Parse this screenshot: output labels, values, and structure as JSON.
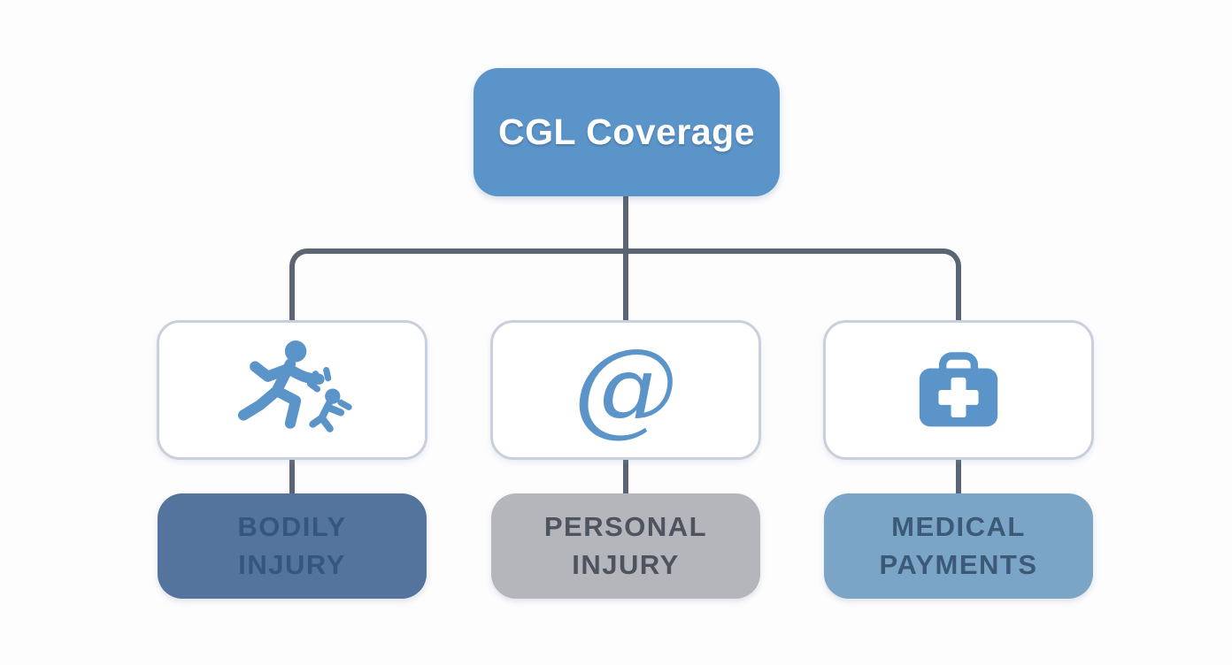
{
  "diagram": {
    "title": "CGL Coverage",
    "branches": [
      {
        "icon": "running-person-injury-icon",
        "lines": [
          "BODILY",
          "INJURY"
        ]
      },
      {
        "icon": "at-symbol-icon",
        "at_glyph": "@",
        "lines": [
          "PERSONAL",
          "INJURY"
        ]
      },
      {
        "icon": "first-aid-kit-icon",
        "lines": [
          "MEDICAL",
          "PAYMENTS"
        ]
      }
    ],
    "colors": {
      "background": "#fdfdfe",
      "root_fill": "#5b94c8",
      "root_text": "#ffffff",
      "connector": "#5a6473",
      "icon_card_fill": "#ffffff",
      "icon_card_border": "#c9d0db",
      "icon_blue": "#5b94c8",
      "label_fills": [
        "#54749e",
        "#b4b6bc",
        "#7ba5c6"
      ],
      "label_texts": [
        "#33577e",
        "#4d545f",
        "#3c5a77"
      ]
    }
  }
}
